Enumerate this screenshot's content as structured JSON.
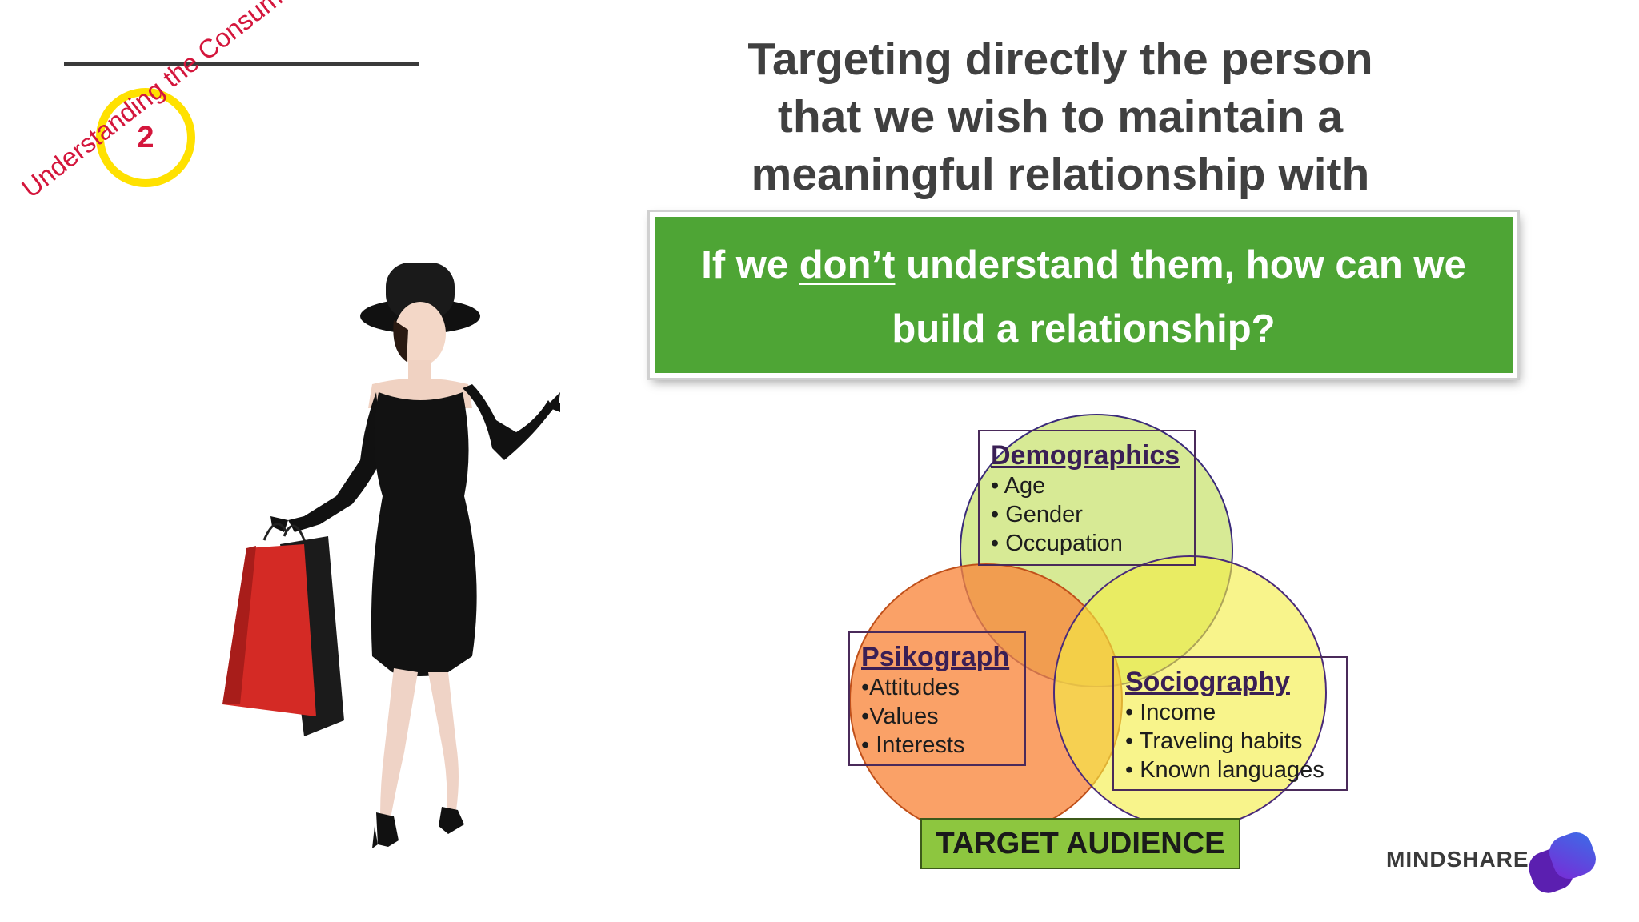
{
  "section": {
    "number": "2",
    "label": "Understanding the Consumer"
  },
  "headline": {
    "line1": "Targeting directly the person",
    "line2": "that we wish to maintain a",
    "line3": "meaningful relationship with"
  },
  "callout": {
    "part1": "If we ",
    "emphasis": "don’t",
    "part2": " understand them, how can we build a relationship?"
  },
  "venn": {
    "demographics": {
      "title": "Demographics",
      "items": [
        "• Age",
        "• Gender",
        "• Occupation"
      ],
      "color": "#d3e88a"
    },
    "psikograph": {
      "title": "Psikograph",
      "items": [
        "•Attitudes",
        "•Values",
        "• Interests"
      ],
      "color": "#f9a05c"
    },
    "sociography": {
      "title": "Sociography",
      "items": [
        "• Income",
        "• Traveling habits",
        "• Known languages"
      ],
      "color": "#f6f27a"
    },
    "outline_color": "#3a2a7a"
  },
  "target_label": "TARGET AUDIENCE",
  "brand": {
    "name": "MINDSHARE",
    "logo_color_a": "#7a2ad6",
    "logo_color_b": "#3a6ee8"
  },
  "colors": {
    "accent_red": "#d4163c",
    "badge_yellow": "#ffe100",
    "callout_green": "#4ea535",
    "headline_gray": "#404040"
  }
}
